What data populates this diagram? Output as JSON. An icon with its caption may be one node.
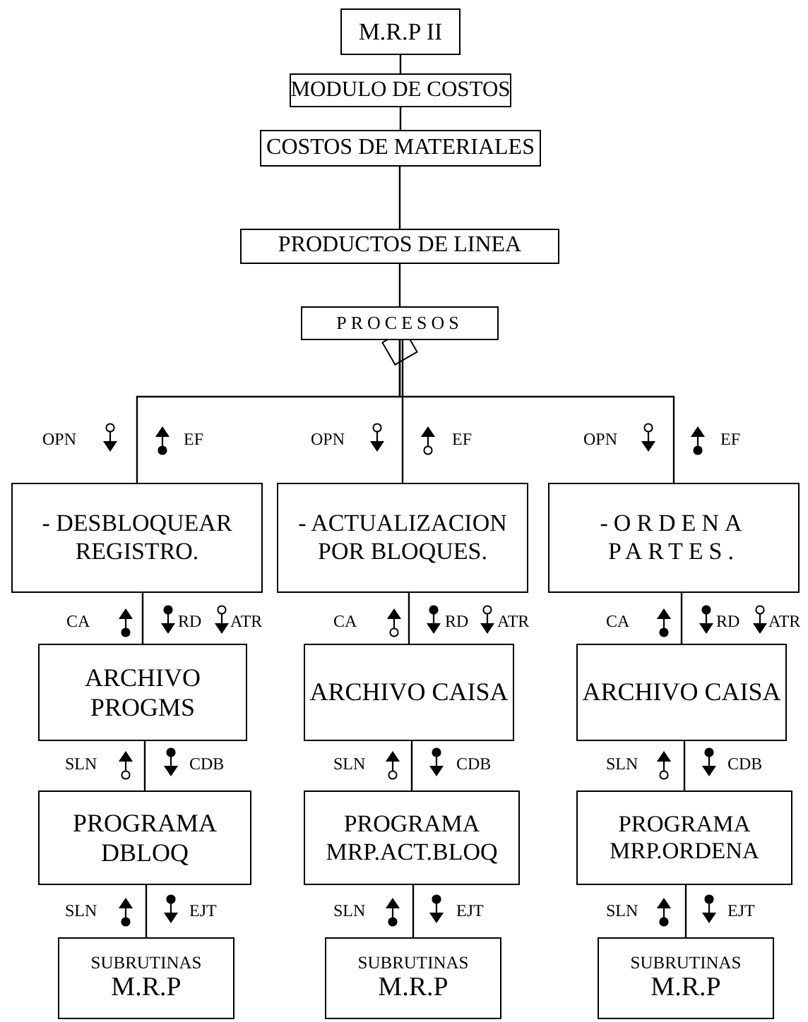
{
  "diagram": {
    "nodes": [
      {
        "text": [
          "M.R.P II"
        ]
      },
      {
        "text": [
          "MODULO DE COSTOS"
        ]
      },
      {
        "text": [
          "COSTOS DE MATERIALES"
        ]
      },
      {
        "text": [
          "PRODUCTOS DE LINEA"
        ]
      },
      {
        "text": [
          "PROCESOS"
        ]
      },
      {
        "text": [
          "- DESBLOQUEAR REGISTRO."
        ]
      },
      {
        "text": [
          "- ACTUALIZACION POR BLOQUES."
        ]
      },
      {
        "text": [
          "-ORDENA PARTES."
        ]
      },
      {
        "text": [
          "ARCHIVO PROGMS"
        ]
      },
      {
        "text": [
          "ARCHIVO CAISA"
        ]
      },
      {
        "text": [
          "ARCHIVO CAISA"
        ]
      },
      {
        "text": [
          "PROGRAMA DBLOQ"
        ]
      },
      {
        "text": [
          "PROGRAMA MRP.ACT.BLOQ"
        ]
      },
      {
        "text": [
          "PROGRAMA MRP.ORDENA"
        ]
      },
      {
        "text": [
          "SUBRUTINAS",
          "M.R.P"
        ]
      },
      {
        "text": [
          "SUBRUTINAS",
          "M.R.P"
        ]
      },
      {
        "text": [
          "SUBRUTINAS",
          "M.R.P"
        ]
      }
    ],
    "edges": [
      {
        "from": 0,
        "to": 1,
        "arrow": "none"
      },
      {
        "from": 1,
        "to": 2,
        "arrow": "none"
      },
      {
        "from": 2,
        "to": 3,
        "arrow": "none"
      },
      {
        "from": 3,
        "to": 4,
        "arrow": "none"
      },
      {
        "from": 4,
        "to": 5,
        "arrow": "none"
      },
      {
        "from": 4,
        "to": 6,
        "arrow": "none"
      },
      {
        "from": 4,
        "to": 7,
        "arrow": "none"
      },
      {
        "from": 5,
        "to": 8,
        "arrow": "none"
      },
      {
        "from": 6,
        "to": 9,
        "arrow": "none"
      },
      {
        "from": 7,
        "to": 10,
        "arrow": "none"
      },
      {
        "from": 8,
        "to": 11,
        "arrow": "none"
      },
      {
        "from": 9,
        "to": 12,
        "arrow": "none"
      },
      {
        "from": 10,
        "to": 13,
        "arrow": "none"
      },
      {
        "from": 11,
        "to": 14,
        "arrow": "none"
      },
      {
        "from": 12,
        "to": 15,
        "arrow": "none"
      },
      {
        "from": 13,
        "to": 16,
        "arrow": "none"
      }
    ],
    "labels": [
      "OPN",
      "EF",
      "OPN",
      "EF",
      "OPN",
      "EF",
      "CA",
      "RD",
      "ATR",
      "CA",
      "RD",
      "ATR",
      "CA",
      "RD",
      "ATR",
      "SLN",
      "CDB",
      "SLN",
      "CDB",
      "SLN",
      "CDB",
      "SLN",
      "EJT",
      "SLN",
      "EJT",
      "SLN",
      "EJT"
    ]
  }
}
